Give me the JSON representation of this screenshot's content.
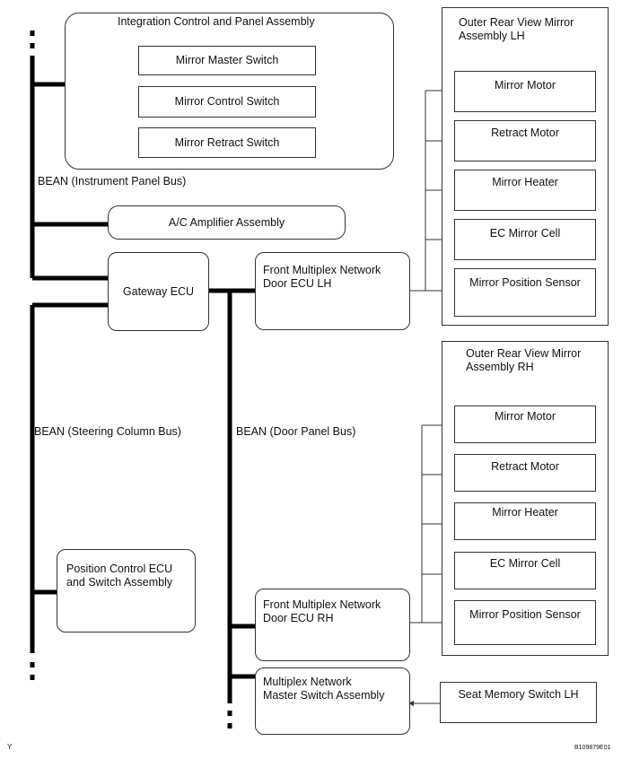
{
  "integration": {
    "title": "Integration Control and Panel Assembly",
    "switches": [
      "Mirror Master Switch",
      "Mirror Control Switch",
      "Mirror Retract Switch"
    ]
  },
  "buses": {
    "instrument": "BEAN (Instrument Panel Bus)",
    "steering": "BEAN (Steering Column Bus)",
    "door": "BEAN (Door Panel Bus)"
  },
  "ac_amplifier": "A/C Amplifier Assembly",
  "gateway": "Gateway ECU",
  "door_ecu_lh": "Front Multiplex Network\nDoor ECU LH",
  "door_ecu_rh": "Front Multiplex Network\nDoor ECU RH",
  "position_control": "Position Control ECU\nand Switch Assembly",
  "master_switch": "Multiplex Network\nMaster Switch Assembly",
  "seat_memory": "Seat Memory Switch LH",
  "mirror_lh": {
    "title": "Outer Rear View Mirror\nAssembly LH",
    "items": [
      "Mirror Motor",
      "Retract Motor",
      "Mirror Heater",
      "EC Mirror Cell",
      "Mirror Position Sensor"
    ]
  },
  "mirror_rh": {
    "title": "Outer Rear View Mirror\nAssembly RH",
    "items": [
      "Mirror Motor",
      "Retract Motor",
      "Mirror Heater",
      "EC Mirror Cell",
      "Mirror Position Sensor"
    ]
  },
  "footer": {
    "left": "Y",
    "right": "B109879E01"
  }
}
